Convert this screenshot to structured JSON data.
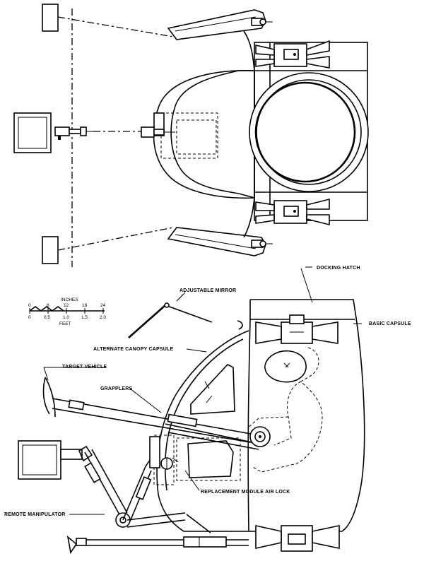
{
  "labels": {
    "docking_hatch": "DOCKING HATCH",
    "basic_capsule": "BASIC CAPSULE",
    "adjustable_mirror": "ADJUSTABLE MIRROR",
    "alternate_canopy_capsule": "ALTERNATE CANOPY CAPSULE",
    "target_vehicle": "TARGET VEHICLE",
    "grapplers": "GRAPPLERS",
    "replacement_module_air_lock": "REPLACEMENT MODULE AIR LOCK",
    "remote_manipulator": "REMOTE MANIPULATOR"
  },
  "scale": {
    "inches_title": "INCHES",
    "feet_title": "FEET",
    "inch_ticks": [
      "0",
      "6",
      "12",
      "18",
      "24"
    ],
    "feet_ticks": [
      "0",
      "0.5",
      "1.0",
      "1.5",
      "2.0"
    ]
  }
}
